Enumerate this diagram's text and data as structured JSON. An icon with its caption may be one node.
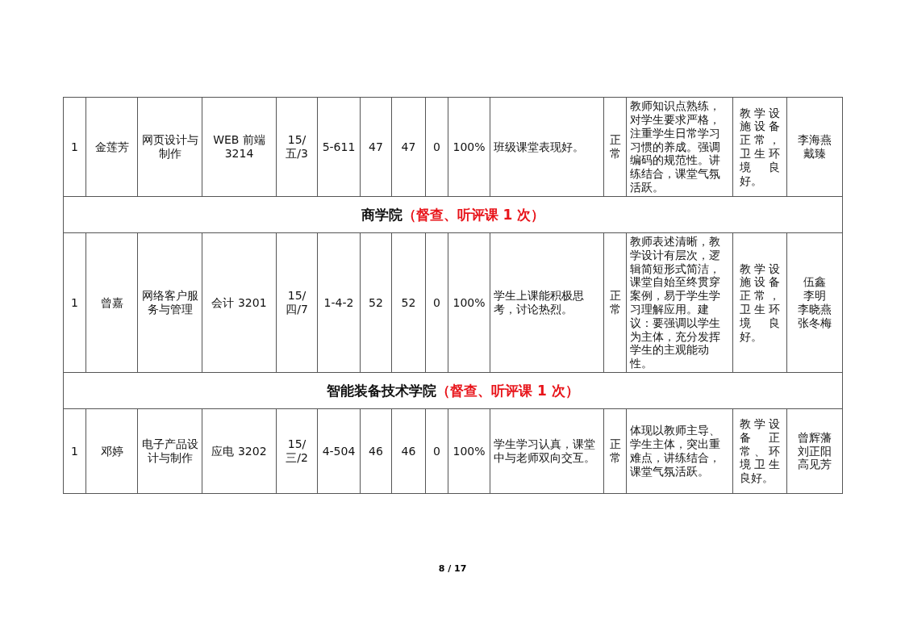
{
  "diagram": {
    "nodes": [
      {
        "text": [
          "李海燕",
          "戴臻"
        ]
      },
      {
        "text": [
          "伍鑫",
          "李明",
          "李晓燕",
          "张冬梅"
        ]
      },
      {
        "text": [
          "曾辉藩",
          "刘正阳",
          "高见芳"
        ]
      }
    ],
    "labels": [
      "1",
      "金莲芳",
      "网页设计与制作",
      "WEB 前端 3214",
      "15/五/3",
      "5-611",
      "47",
      "47",
      "0",
      "100%",
      "班级课堂表现好。",
      "正常",
      "教师知识点熟练，对学生要求严格，注重学生日常学习习惯的养成。强调编码的规范性。讲练结合，课堂气氛活跃。",
      "教学设施设备正常，卫生环境良好。",
      "商学院",
      "（督查、听评课 1 次）",
      "1",
      "曾嘉",
      "网络客户服务与管理",
      "会计 3201",
      "15/四/7",
      "1-4-2",
      "52",
      "52",
      "0",
      "100%",
      "学生上课能积极思考，讨论热烈。",
      "正常",
      "教师表述清晰，教学设计有层次，逻辑简短形式简洁，课堂自始至终贯穿案例，易于学生学习理解应用。建议：要强调以学生为主体，充分发挥学生的主观能动性。",
      "教学设施设备正常，卫生环境良好。",
      "智能装备技术学院",
      "（督查、听评课 1 次）",
      "1",
      "邓婷",
      "电子产品设计与制作",
      "应电 3202",
      "15/三/2",
      "4-504",
      "46",
      "46",
      "0",
      "100%",
      "学生学习认真，课堂中与老师双向交互。",
      "正常",
      "体现以教师主导、学生主体，突出重难点，讲练结合，课堂气氛活跃。",
      "教学设备正常、环境卫生良好。",
      "8 / 17"
    ]
  }
}
